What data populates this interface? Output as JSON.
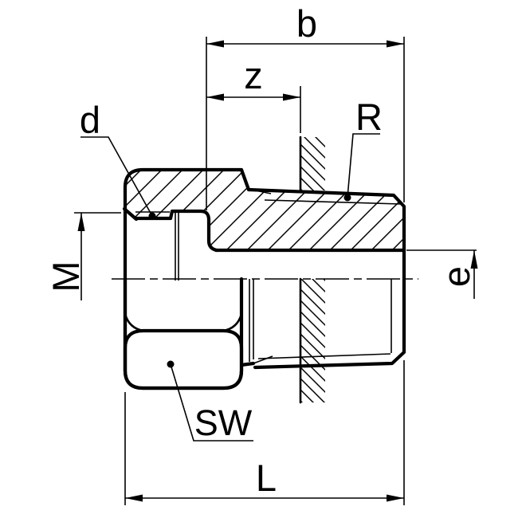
{
  "drawing": {
    "description": "Technical sectional drawing of a threaded adapter fitting (female thread hex body with male taper thread) with dimension labels",
    "labels": {
      "b": "b",
      "z": "z",
      "d": "d",
      "R": "R",
      "M": "M",
      "e": "e",
      "SW": "SW",
      "L": "L"
    },
    "colors": {
      "ink": "#000000",
      "background": "#ffffff"
    }
  }
}
